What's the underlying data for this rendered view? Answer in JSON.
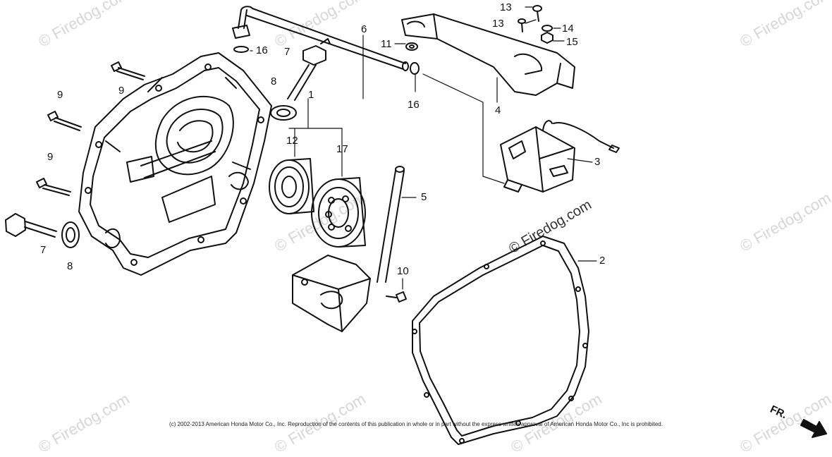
{
  "watermark": {
    "text": "© Firedog.com"
  },
  "copyright": "(c) 2002-2013 American Honda Motor Co., Inc. Reproduction of the contents of this publication in whole or in part without the express written approval of American Honda Motor Co., Inc is prohibited.",
  "direction_label": "FR.",
  "callouts": [
    "1",
    "2",
    "3",
    "4",
    "5",
    "6",
    "7",
    "7",
    "8",
    "8",
    "9",
    "9",
    "9",
    "10",
    "11",
    "12",
    "13",
    "13",
    "14",
    "15",
    "16",
    "16",
    "17"
  ]
}
